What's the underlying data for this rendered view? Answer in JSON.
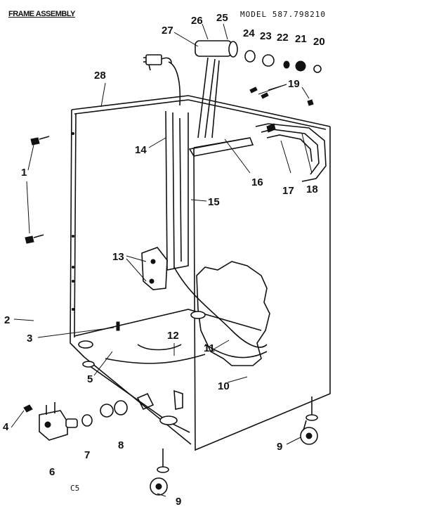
{
  "header": {
    "title": "FRAME ASSEMBLY",
    "model": "MODEL 587.798210"
  },
  "footer": {
    "code": "C5"
  },
  "callouts": [
    "1",
    "2",
    "3",
    "4",
    "5",
    "6",
    "7",
    "8",
    "9",
    "9",
    "10",
    "11",
    "12",
    "13",
    "14",
    "15",
    "16",
    "17",
    "18",
    "19",
    "20",
    "21",
    "22",
    "23",
    "24",
    "25",
    "26",
    "27",
    "28"
  ]
}
